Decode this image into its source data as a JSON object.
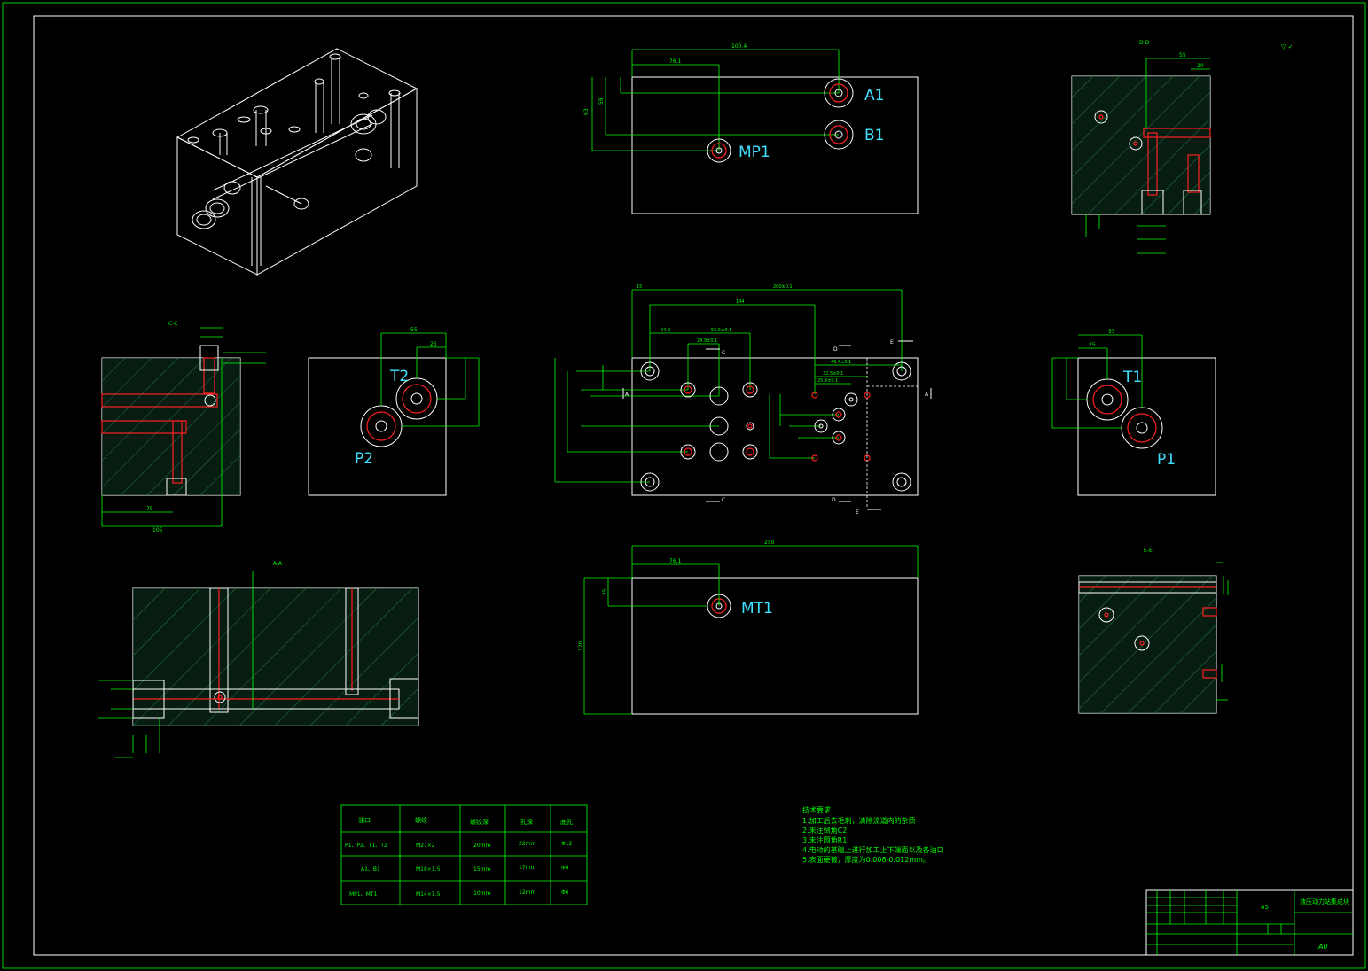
{
  "ports": {
    "a1": "A1",
    "b1": "B1",
    "mp1": "MP1",
    "t2": "T2",
    "p2": "P2",
    "t1": "T1",
    "p1": "P1",
    "mt1": "MT1"
  },
  "section_labels": {
    "dd": "D-D",
    "cc": "C-C",
    "aa": "A-A",
    "ee": "E-E"
  },
  "port_table": {
    "headers": [
      "油口",
      "螺纹",
      "螺纹深",
      "孔深",
      "底孔"
    ],
    "rows": [
      [
        "P1、P2、T1、T2",
        "M27×2",
        "20mm",
        "22mm",
        "Φ12"
      ],
      [
        "A1、B1",
        "M18×1.5",
        "15mm",
        "17mm",
        "Φ8"
      ],
      [
        "MP1、MT1",
        "M14×1.5",
        "10mm",
        "12mm",
        "Φ6"
      ]
    ]
  },
  "tech_requirements": {
    "title": "技术要求",
    "items": [
      "1.加工后去毛刺，清除流道内的杂质",
      "2.未注倒角C2",
      "3.未注圆角R1",
      "4.电动的基础上进行加工上下端面以及各油口",
      "5.表面硬镀，厚度为0.008-0.012mm。"
    ]
  },
  "title_block": {
    "drawing_name": "液压动力站集成块",
    "material": "45",
    "sheet_size": "A0"
  },
  "colors": {
    "background": "#000000",
    "outline": "#ffffff",
    "dimension": "#00ff00",
    "hidden": "#ff2020",
    "port_label": "#40e0ff"
  }
}
